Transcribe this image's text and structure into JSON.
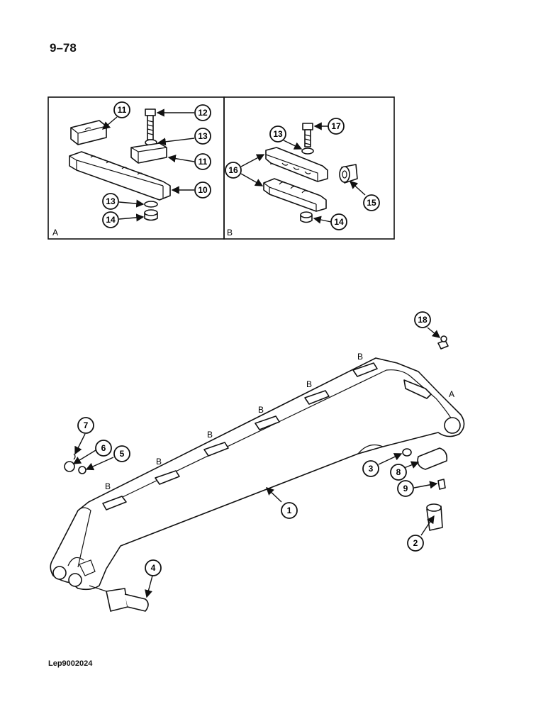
{
  "page_number": "9–78",
  "document_code": "Lep9002024",
  "detail_a": {
    "label": "A",
    "callouts": [
      "11",
      "12",
      "13",
      "11",
      "10",
      "13",
      "14"
    ]
  },
  "detail_b": {
    "label": "B",
    "callouts": [
      "13",
      "17",
      "16",
      "15",
      "14"
    ]
  },
  "main": {
    "clamp_labels": [
      "B",
      "B",
      "B",
      "B",
      "B",
      "B"
    ],
    "clamp_a_label": "A",
    "callouts": [
      "1",
      "2",
      "3",
      "4",
      "5",
      "6",
      "7",
      "8",
      "9",
      "18"
    ]
  }
}
